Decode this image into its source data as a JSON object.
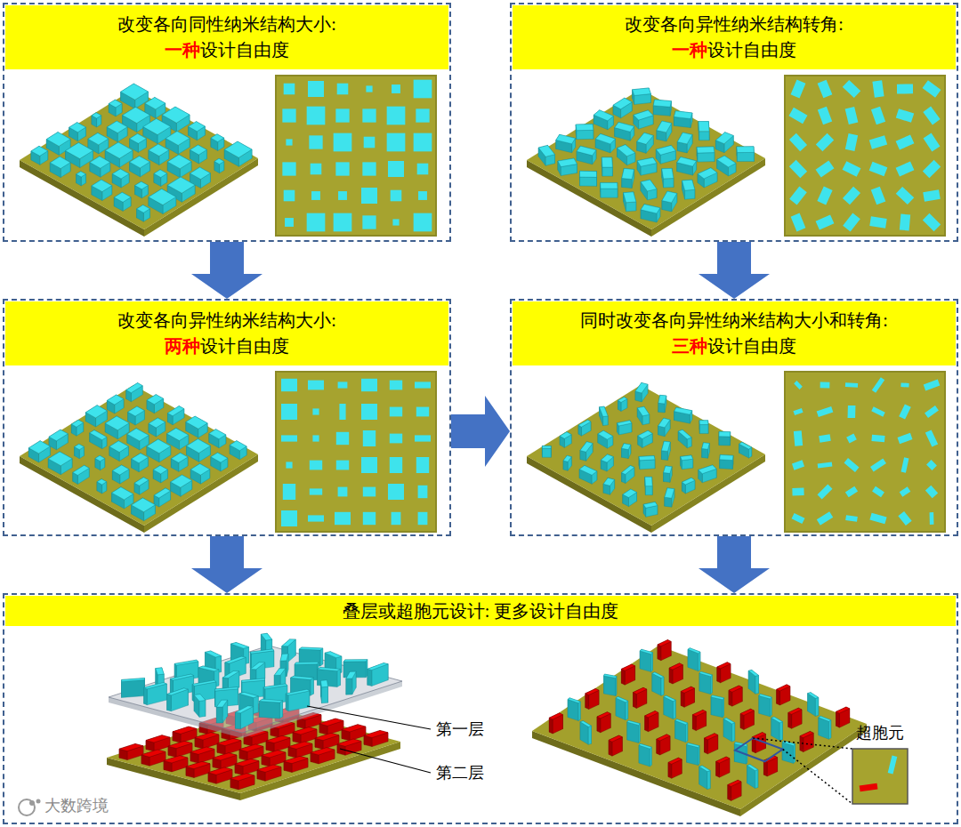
{
  "diagram": {
    "nodes": [
      {
        "text": [
          "改变各向同性纳米结构大小:",
          "一种",
          "设计自由度"
        ]
      },
      {
        "text": [
          "改变各向异性纳米结构转角:",
          "一种",
          "设计自由度"
        ]
      },
      {
        "text": [
          "改变各向异性纳米结构大小:",
          "两种",
          "设计自由度"
        ]
      },
      {
        "text": [
          "同时改变各向异性纳米结构大小和转角:",
          "三种",
          "设计自由度"
        ]
      },
      {
        "text": [
          "叠层或超胞元设计: 更多设计自由度"
        ]
      }
    ],
    "edges": [
      {
        "from": 0,
        "to": 2,
        "arrow": "to"
      },
      {
        "from": 1,
        "to": 3,
        "arrow": "to"
      },
      {
        "from": 2,
        "to": 3,
        "arrow": "to"
      },
      {
        "from": 2,
        "to": 4,
        "arrow": "to"
      },
      {
        "from": 3,
        "to": 4,
        "arrow": "to"
      }
    ],
    "labels": [
      "第一层",
      "第二层",
      "超胞元",
      "大数跨境"
    ]
  }
}
